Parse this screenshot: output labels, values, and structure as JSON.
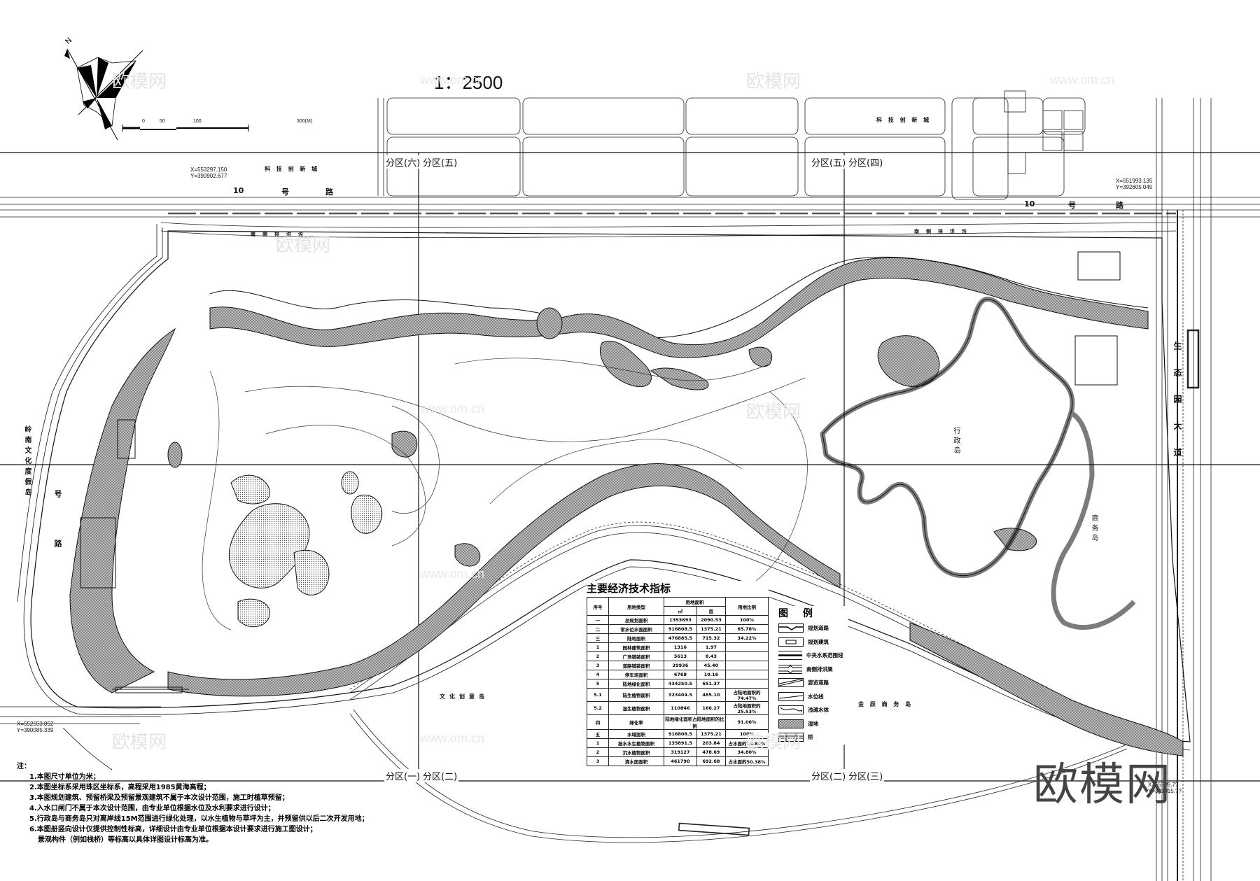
{
  "drawing": {
    "scale": "1：2500",
    "north_label": "N",
    "scale_bar": {
      "ticks": [
        "0",
        "50",
        "100",
        "300(M)"
      ]
    }
  },
  "zones": [
    {
      "id": "zone-6",
      "label": "分区(六)"
    },
    {
      "id": "zone-5a",
      "label": "分区(五)"
    },
    {
      "id": "zone-5b",
      "label": "分区(五)"
    },
    {
      "id": "zone-4",
      "label": "分区(四)"
    },
    {
      "id": "zone-1",
      "label": "分区(一)"
    },
    {
      "id": "zone-2a",
      "label": "分区(二)"
    },
    {
      "id": "zone-2b",
      "label": "分区(二)"
    },
    {
      "id": "zone-3",
      "label": "分区(三)"
    }
  ],
  "areas": {
    "tech_city_left": "科 技 创 新 城",
    "tech_city_right": "科 技 创 新 城",
    "road_10_left": [
      "10",
      "号",
      "路"
    ],
    "road_10_right": [
      "10",
      "号",
      "路"
    ],
    "admin_island": "行政岛",
    "business_island": "商务岛",
    "culture_island": "文化创意岛",
    "jinchen_island": "金 辰 商 务 岛",
    "lingnan_island": "岭南文化度假岛",
    "avenue": "生态园大道",
    "west_road": "号路",
    "drainage_canal_left": "南 侧 排 洪 沟",
    "drainage_canal_right": "南 侧 排 洪 沟"
  },
  "coordinates": [
    {
      "x": "X=553297.150",
      "y": "Y=390902.677"
    },
    {
      "x": "X=551993.135",
      "y": "Y=392605.045"
    },
    {
      "x": "X=552553.852",
      "y": "Y=390085.339"
    },
    {
      "x": "X=55??6.7?",
      "y": "Y=391915.??"
    }
  ],
  "econ_table": {
    "title": "主要经济技术指标",
    "headers": {
      "no": "序号",
      "type": "用地类型",
      "area": "用地面积",
      "sqm": "㎡",
      "mu": "亩",
      "ratio": "用地比例"
    },
    "rows": [
      {
        "no": "一",
        "type": "总规划面积",
        "sqm": "1393693",
        "mu": "2090.53",
        "ratio": "100%"
      },
      {
        "no": "二",
        "type": "常水位水面面积",
        "sqm": "916808.5",
        "mu": "1375.21",
        "ratio": "65.78%"
      },
      {
        "no": "三",
        "type": "陆地面积",
        "sqm": "476885.5",
        "mu": "715.32",
        "ratio": "34.22%"
      },
      {
        "no": "1",
        "type": "园林建筑面积",
        "sqm": "1316",
        "mu": "1.97",
        "ratio": ""
      },
      {
        "no": "2",
        "type": "广场铺装面积",
        "sqm": "5613",
        "mu": "8.43",
        "ratio": ""
      },
      {
        "no": "3",
        "type": "道路铺装面积",
        "sqm": "29936",
        "mu": "45.40",
        "ratio": ""
      },
      {
        "no": "4",
        "type": "停车场面积",
        "sqm": "6768",
        "mu": "10.16",
        "ratio": ""
      },
      {
        "no": "5",
        "type": "陆地绿化面积",
        "sqm": "434250.5",
        "mu": "651.37",
        "ratio": ""
      },
      {
        "no": "5.1",
        "type": "陆生植物面积",
        "sqm": "323404.5",
        "mu": "485.10",
        "ratio": "占陆地面积的74.47%"
      },
      {
        "no": "5.2",
        "type": "湿生植物面积",
        "sqm": "110846",
        "mu": "166.27",
        "ratio": "占陆地面积的25.53%"
      },
      {
        "no": "四",
        "type": "绿化率",
        "sqm": "陆地绿化面积占陆地面积的比例",
        "mu": "",
        "ratio": "91.06%",
        "merged": true
      },
      {
        "no": "五",
        "type": "水域面积",
        "sqm": "916808.5",
        "mu": "1375.21",
        "ratio": "100%"
      },
      {
        "no": "1",
        "type": "挺水水生植物面积",
        "sqm": "135891.5",
        "mu": "203.84",
        "ratio": "占水面的14.82%"
      },
      {
        "no": "2",
        "type": "沉水植物面积",
        "sqm": "319127",
        "mu": "478.69",
        "ratio": "34.80%"
      },
      {
        "no": "3",
        "type": "清水面面积",
        "sqm": "461790",
        "mu": "692.68",
        "ratio": "占水面的50.38%"
      }
    ]
  },
  "legend": {
    "title": "图 例",
    "items": [
      {
        "symbol": "planned-road-symbol",
        "label": "规划道路"
      },
      {
        "symbol": "planned-building-symbol",
        "label": "规划建筑"
      },
      {
        "symbol": "central-water-boundary-symbol",
        "label": "中央水系范围线"
      },
      {
        "symbol": "drainage-canal-symbol",
        "label": "南侧排洪渠"
      },
      {
        "symbol": "tour-road-symbol",
        "label": "游览道路"
      },
      {
        "symbol": "water-level-line-symbol",
        "label": "水位线"
      },
      {
        "symbol": "shoal-water-symbol",
        "label": "浅滩水体"
      },
      {
        "symbol": "wetland-symbol",
        "label": "湿地"
      },
      {
        "symbol": "bridge-symbol",
        "label": "桥"
      }
    ]
  },
  "notes": {
    "title": "注：",
    "items": [
      "1.本图尺寸单位为米；",
      "2.本图坐标系采用珠区坐标系，高程采用1985黄海高程；",
      "3.本图规划建筑、预留桥梁及预留景观建筑不属于本次设计范围，施工时植草预留；",
      "4.入水口闸门不属于本次设计范围，由专业单位根据水位及水利要求进行设计；",
      "5.行政岛与商务岛只对离岸线15M范围进行绿化处理，以水生植物与草坪为主，并预留供以后二次开发用地；",
      "6.本图册竖向设计仅提供控制性标高，详细设计由专业单位根据本设计要求进行施工图设计；",
      "景观构件（例如栈桥）等标高以具体详图设计标高为准。"
    ]
  },
  "watermark": {
    "brand": "欧模网",
    "url": "www.om.cn"
  },
  "colors": {
    "line": "#111111",
    "hatch": "#9a9a9a",
    "watermark": "#e4e4e4",
    "brand_watermark": "#444444"
  }
}
